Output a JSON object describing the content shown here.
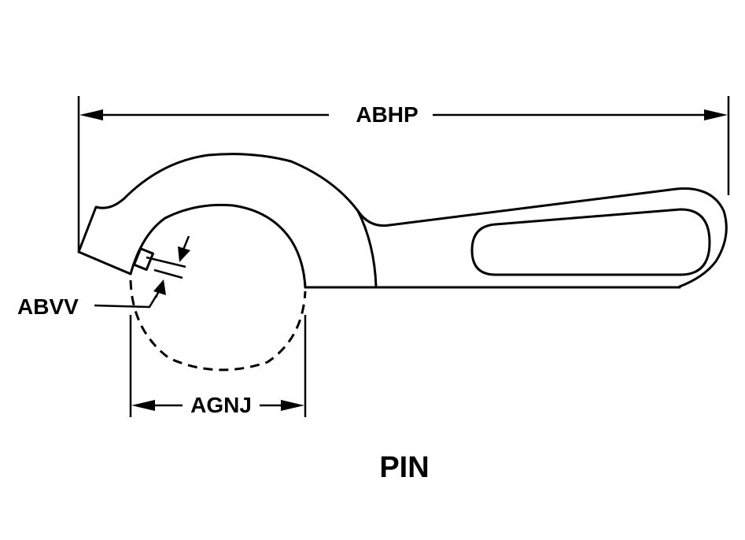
{
  "dimensions": {
    "overall_length": "ABHP",
    "pin_diameter": "ABVV",
    "hook_diameter": "AGNJ"
  },
  "caption": "PIN"
}
